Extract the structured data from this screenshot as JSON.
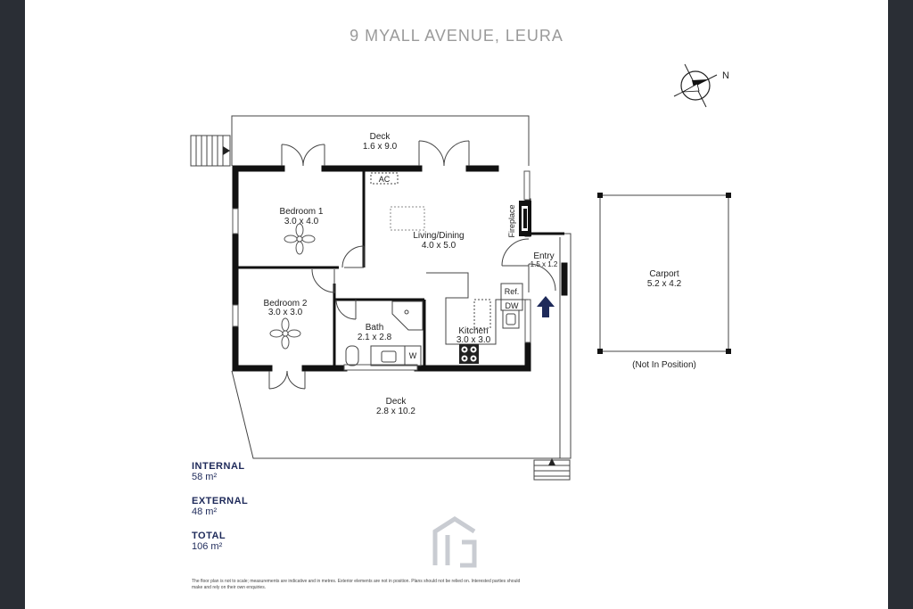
{
  "title": "9 MYALL AVENUE, LEURA",
  "compass": {
    "label": "N"
  },
  "rooms": {
    "deck_top": {
      "name": "Deck",
      "dims": "1.6 x 9.0"
    },
    "bedroom1": {
      "name": "Bedroom 1",
      "dims": "3.0 x 4.0"
    },
    "living": {
      "name": "Living/Dining",
      "dims": "4.0 x 5.0"
    },
    "entry": {
      "name": "Entry",
      "dims": "1.5 x 1.2"
    },
    "bedroom2": {
      "name": "Bedroom 2",
      "dims": "3.0 x 3.0"
    },
    "bath": {
      "name": "Bath",
      "dims": "2.1 x 2.8"
    },
    "kitchen": {
      "name": "Kitchen",
      "dims": "3.0 x 3.0"
    },
    "deck_bottom": {
      "name": "Deck",
      "dims": "2.8 x 10.2"
    },
    "carport": {
      "name": "Carport",
      "dims": "5.2 x 4.2",
      "note": "(Not In Position)"
    }
  },
  "fixtures": {
    "ac": "AC",
    "fireplace": "Fireplace",
    "ref": "Ref.",
    "dw": "DW",
    "w": "W"
  },
  "areas": [
    {
      "label": "INTERNAL",
      "value": "58 m²"
    },
    {
      "label": "EXTERNAL",
      "value": "48 m²"
    },
    {
      "label": "TOTAL",
      "value": "106 m²"
    }
  ],
  "disclaimer": "The floor plan is not to scale; measurements are indicative and in metres. Exterior elements are not in position. Plans should not be relied on. Interested parties should make and rely on their own enquiries."
}
